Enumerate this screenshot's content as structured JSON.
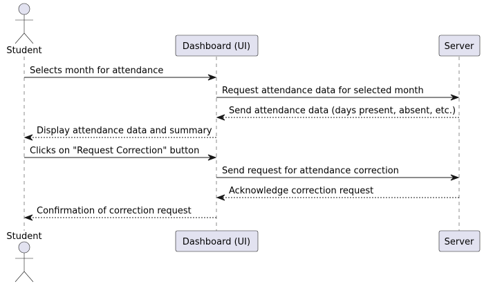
{
  "participants": {
    "student": {
      "label": "Student",
      "kind": "actor"
    },
    "dashboard": {
      "label": "Dashboard (UI)",
      "kind": "participant"
    },
    "server": {
      "label": "Server",
      "kind": "participant"
    }
  },
  "messages": [
    {
      "from": "student",
      "to": "dashboard",
      "text": "Selects month for attendance",
      "style": "solid"
    },
    {
      "from": "dashboard",
      "to": "server",
      "text": "Request attendance data for selected month",
      "style": "solid"
    },
    {
      "from": "server",
      "to": "dashboard",
      "text": "Send attendance data (days present, absent, etc.)",
      "style": "dashed"
    },
    {
      "from": "dashboard",
      "to": "student",
      "text": "Display attendance data and summary",
      "style": "dashed"
    },
    {
      "from": "student",
      "to": "dashboard",
      "text": "Clicks on \"Request Correction\" button",
      "style": "solid"
    },
    {
      "from": "dashboard",
      "to": "server",
      "text": "Send request for attendance correction",
      "style": "solid"
    },
    {
      "from": "server",
      "to": "dashboard",
      "text": "Acknowledge correction request",
      "style": "dashed"
    },
    {
      "from": "dashboard",
      "to": "student",
      "text": "Confirmation of correction request",
      "style": "dashed"
    }
  ],
  "colors": {
    "participant_fill": "#E2E2F0",
    "stroke": "#181818"
  }
}
